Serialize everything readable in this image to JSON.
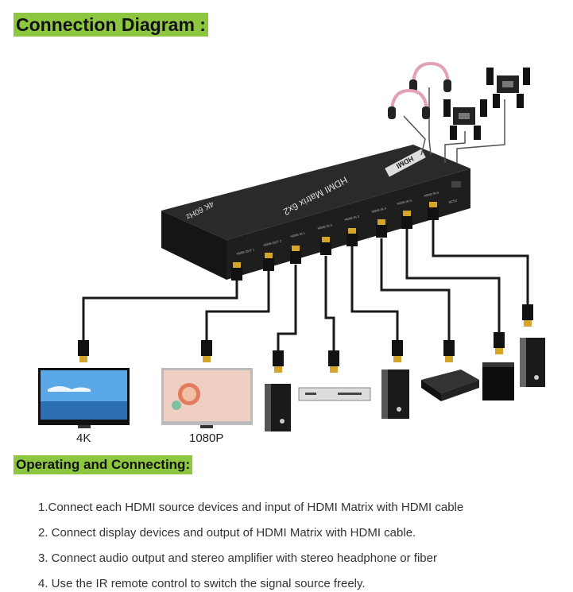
{
  "title": "Connection Diagram :",
  "device": {
    "logo": "HDMI",
    "model": "HDMI Matrix 6x2",
    "spec": "4K 60Hz",
    "port_labels": [
      "HDMI OUT 1",
      "HDMI OUT 2",
      "HDMI IN 1",
      "HDMI IN 2",
      "HDMI IN 3",
      "HDMI IN 4",
      "HDMI IN 5",
      "HDMI IN 6",
      "DC5V"
    ]
  },
  "displays": {
    "tv1_label": "4K",
    "tv2_label": "1080P"
  },
  "section_title": "Operating and Connecting:",
  "steps": [
    "1.Connect each HDMI source devices and input of HDMI Matrix with HDMI cable",
    "2. Connect display devices and output of HDMI Matrix with HDMI cable.",
    "3. Connect audio output and stereo amplifier with stereo headphone or fiber",
    "4. Use the IR remote control to switch the signal source freely."
  ],
  "colors": {
    "heading_bg": "#8dc63f",
    "device_body": "#1f1f1f",
    "cable": "#1a1a1a",
    "hdmi_gold": "#d4a52a",
    "headphone_pink": "#e2a1b7"
  }
}
